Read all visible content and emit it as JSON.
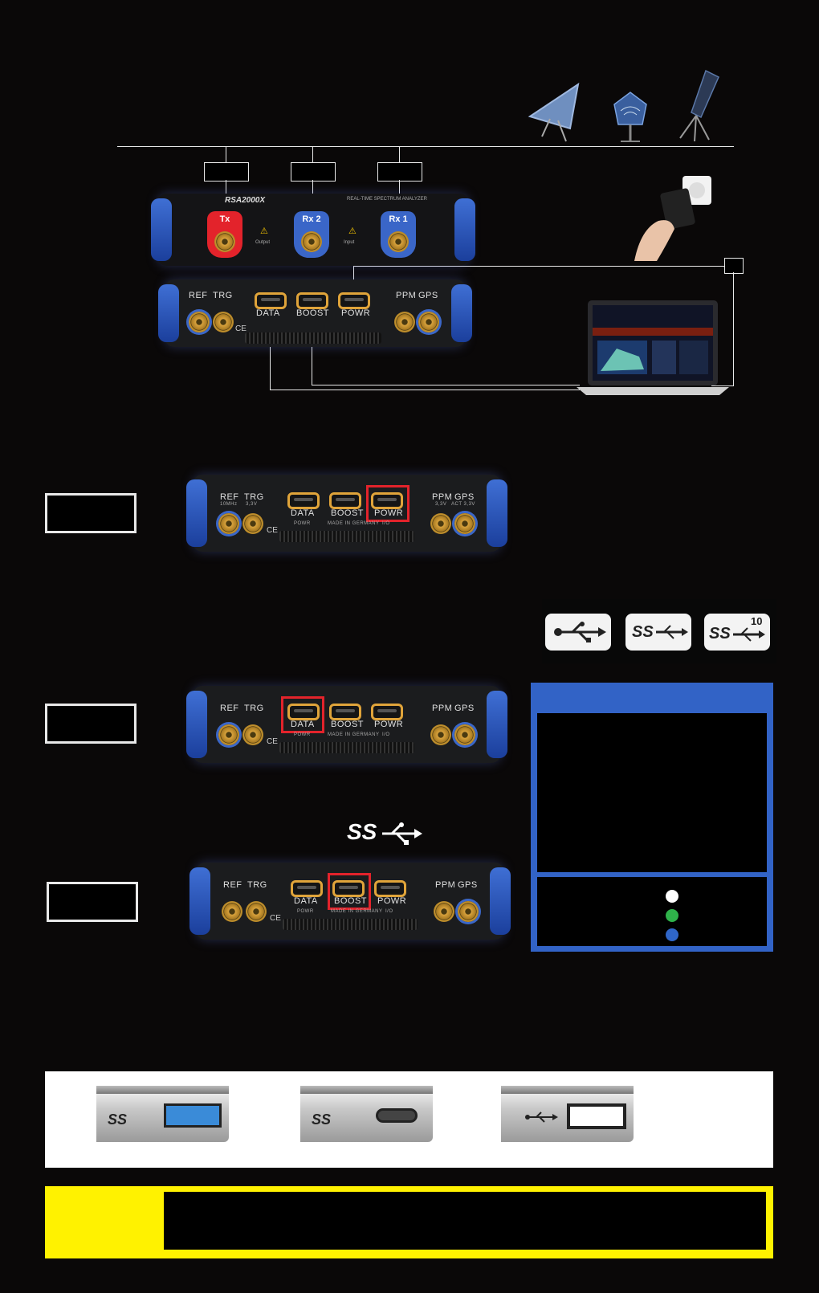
{
  "device": {
    "model": "RSA2000X",
    "brand_sub": "REAL-TIME SPECTRUM ANALYZER",
    "ports_front": [
      {
        "tab": "Tx",
        "color": "#e3232b",
        "note": "Output"
      },
      {
        "tab": "Rx 2",
        "color": "#3a66c8",
        "note": "Input"
      },
      {
        "tab": "Rx 1",
        "color": "#3a66c8",
        "note": ""
      }
    ],
    "back_labels": {
      "ref": "REF",
      "ref_sub": "10MHz",
      "trg": "TRG",
      "trg_sub": "3,3V",
      "data": "DATA",
      "data_sub": "POWR",
      "boost": "BOOST",
      "boost_sub": "MADE IN GERMANY",
      "powr": "POWR",
      "powr_sub": "I/O",
      "ppm": "PPM",
      "ppm_sub": "3,3V",
      "gps": "GPS",
      "gps_sub": "ACT 3,3V",
      "ce": "CE"
    }
  },
  "usb_logos": [
    {
      "name": "usb-2",
      "text": ""
    },
    {
      "name": "usb-superspeed",
      "text": "SS"
    },
    {
      "name": "usb-superspeed-10",
      "text": "SS",
      "sup": "10"
    }
  ],
  "ss_logo_text": "SS",
  "band_ports": [
    {
      "logo": "SS",
      "port": "usb-a-3"
    },
    {
      "logo": "SS",
      "port": "usb-c"
    },
    {
      "logo": "",
      "port": "usb-a-2"
    }
  ],
  "legend_dots": [
    "#ffffff",
    "#2fb24a",
    "#2f66c8"
  ],
  "colors": {
    "accent_blue": "#3263c6",
    "highlight_red": "#e3232b",
    "warning_yellow": "#fff200",
    "port_gold": "#e0a43a"
  }
}
